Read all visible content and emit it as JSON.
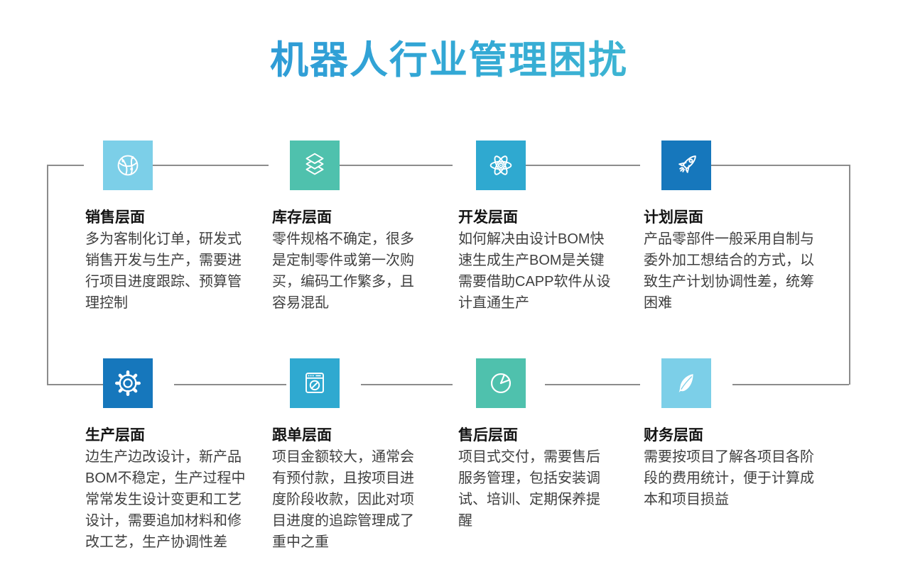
{
  "page": {
    "title": "机器人行业管理困扰"
  },
  "colors": {
    "title_gradient_start": "#2a8ed7",
    "title_gradient_end": "#4cc5cf",
    "connector_line": "#8c8c8c",
    "heading_text": "#141414",
    "body_text": "#3f3f3f",
    "icon_light_blue": "#7ccfe8",
    "icon_teal": "#4fc1ad",
    "icon_cyan": "#2fa9d0",
    "icon_blue": "#1677bc"
  },
  "sections": [
    {
      "icon": "globe-network-icon",
      "accent": "#7ccfe8",
      "title": "销售层面",
      "body": "多为客制化订单，研发式\n销售开发与生产，需要进\n行项目进度跟踪、预算管\n理控制"
    },
    {
      "icon": "layers-icon",
      "accent": "#4fc1ad",
      "title": "库存层面",
      "body": "零件规格不确定，很多\n是定制零件或第一次购\n买，编码工作繁多，且\n容易混乱"
    },
    {
      "icon": "atom-icon",
      "accent": "#2fa9d0",
      "title": "开发层面",
      "body": "如何解决由设计BOM快\n速生成生产BOM是关键\n需要借助CAPP软件从设\n计直通生产"
    },
    {
      "icon": "rocket-icon",
      "accent": "#1677bc",
      "title": "计划层面",
      "body": "产品零部件一般采用自制与\n委外加工想结合的方式，以\n致生产计划协调性差，统筹\n困难"
    },
    {
      "icon": "gear-icon",
      "accent": "#1677bc",
      "title": "生产层面",
      "body": "边生产边改设计，新产品\nBOM不稳定，生产过程中\n常常发生设计变更和工艺\n设计，需要追加材料和修\n改工艺，生产协调性差"
    },
    {
      "icon": "browser-compass-icon",
      "accent": "#2fa9d0",
      "title": "跟单层面",
      "body": "项目金额较大，通常会\n有预付款，且按项目进\n度阶段收款，因此对项\n目进度的追踪管理成了\n重中之重"
    },
    {
      "icon": "pie-chart-icon",
      "accent": "#4fc1ad",
      "title": "售后层面",
      "body": "项目式交付，需要售后\n服务管理，包括安装调\n试、培训、定期保养提\n醒"
    },
    {
      "icon": "feather-icon",
      "accent": "#7ccfe8",
      "title": "财务层面",
      "body": "需要按项目了解各项目各阶\n段的费用统计，便于计算成\n本和项目损益"
    }
  ]
}
